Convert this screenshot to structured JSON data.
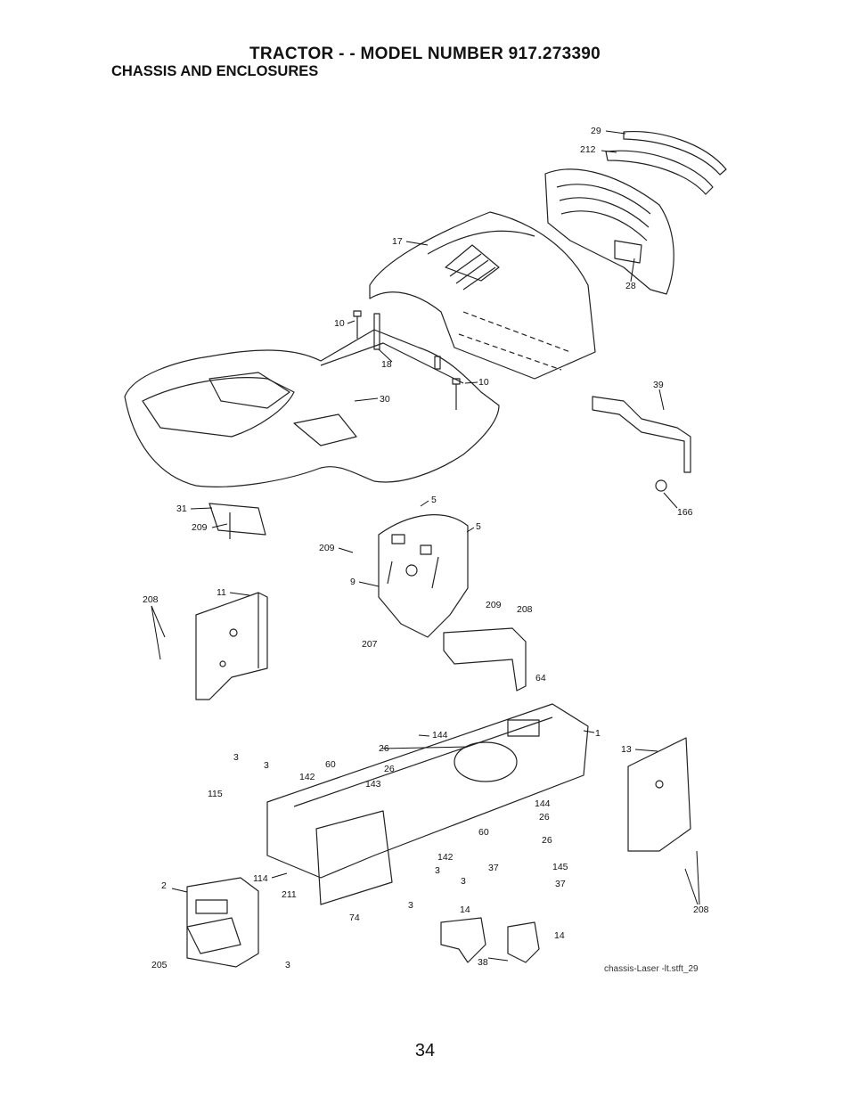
{
  "header": {
    "title": "TRACTOR - - MODEL NUMBER  917.273390",
    "subtitle": "CHASSIS AND ENCLOSURES"
  },
  "diagram": {
    "file_label": "chassis-Laser -lt.stft_29",
    "callouts": [
      "29",
      "212",
      "17",
      "28",
      "10",
      "18",
      "10",
      "30",
      "39",
      "166",
      "31",
      "209",
      "5",
      "209",
      "5",
      "9",
      "208",
      "11",
      "209",
      "208",
      "207",
      "64",
      "26",
      "144",
      "1",
      "3",
      "3",
      "142",
      "60",
      "26",
      "143",
      "115",
      "13",
      "144",
      "26",
      "60",
      "26",
      "114",
      "142",
      "3",
      "3",
      "37",
      "145",
      "37",
      "208",
      "2",
      "211",
      "74",
      "3",
      "14",
      "14",
      "38",
      "205",
      "3"
    ]
  },
  "footer": {
    "page_number": "34"
  },
  "colors": {
    "ink": "#111111",
    "paper": "#ffffff"
  }
}
